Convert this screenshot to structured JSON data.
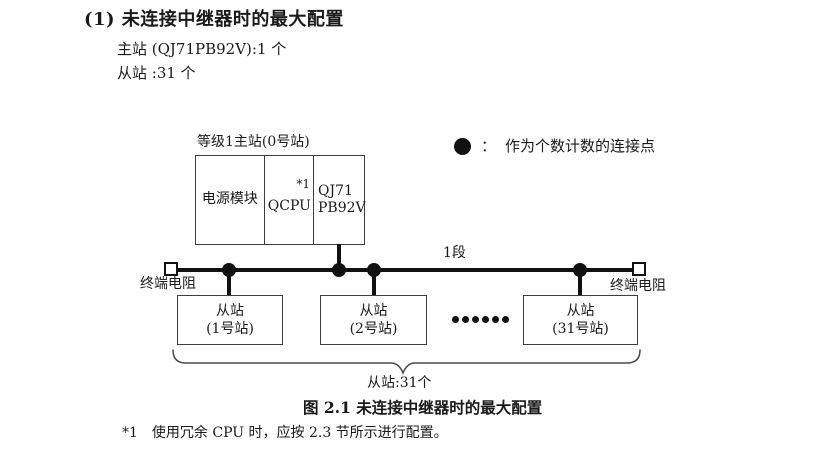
{
  "header": {
    "title": "(1) 未连接中继器时的最大配置",
    "master_count_line": "主站 (QJ71PB92V):1 个",
    "slave_count_line": "从站 :31 个"
  },
  "legend": {
    "separator": "：",
    "text": "作为个数计数的连接点",
    "dot_color": "#111111"
  },
  "diagram": {
    "master_station": {
      "label": "等级1主站(0号站)",
      "modules": {
        "power": "电源模块",
        "cpu": "QCPU",
        "cpu_note": "*1",
        "pb_line1": "QJ71",
        "pb_line2": "PB92V"
      }
    },
    "segment_label": "1段",
    "terminator_left_label": "终端电阻",
    "terminator_right_label": "终端电阻",
    "slaves": [
      {
        "line1": "从站",
        "line2": "(1号站)"
      },
      {
        "line1": "从站",
        "line2": "(2号站)"
      },
      {
        "line1": "从站",
        "line2": "(31号站)"
      }
    ],
    "ellipsis_dots": 6,
    "brace_label": "从站:31个"
  },
  "caption": "图 2.1 未连接中继器时的最大配置",
  "footnote": {
    "marker": "*1",
    "text": "使用冗余 CPU 时，应按 2.3 节所示进行配置。"
  }
}
